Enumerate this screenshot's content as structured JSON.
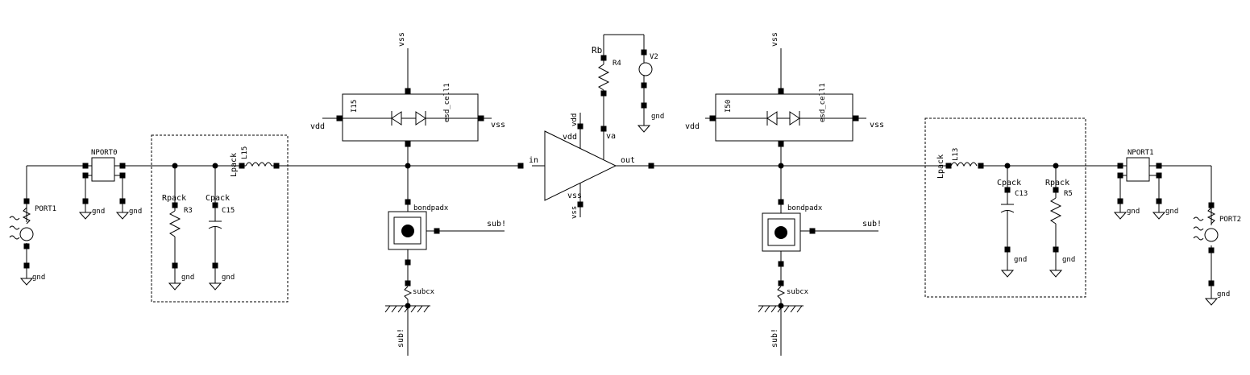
{
  "nets": {
    "vss_top_left": "vss",
    "vss_top_right": "vss",
    "vdd_left": "vdd",
    "vss_left": "vss",
    "vdd_right": "vdd",
    "vss_right": "vss",
    "sub_left": "sub!",
    "sub_right": "sub!",
    "sub_bottom_left": "sub!",
    "sub_bottom_right": "sub!",
    "in": "in",
    "out": "out",
    "va": "va",
    "amp_vdd": "vdd",
    "amp_vss": "vss",
    "amp_vdd_pin": "vdd",
    "amp_vss_pin": "vss",
    "gnd": "gnd"
  },
  "components": {
    "port1": "PORT1",
    "port2": "PORT2",
    "nport0": "NPORT0",
    "nport1": "NPORT1",
    "rpack_left": "Rpack",
    "r3": "R3",
    "cpack_left": "Cpack",
    "c15": "C15",
    "lpack_left": "Lpack",
    "l15": "L15",
    "esd_left_inst": "I15",
    "esd_left_cell": "esd_cell1",
    "esd_right_inst": "I50",
    "esd_right_cell": "esd_cell1",
    "bondpad_left": "bondpadx",
    "bondpad_right": "bondpadx",
    "subcx_left": "subcx",
    "subcx_right": "subcx",
    "rb": "Rb",
    "r4": "R4",
    "v2": "V2",
    "lpack_right": "Lpack",
    "l13": "L13",
    "cpack_right": "Cpack",
    "c13": "C13",
    "rpack_right": "Rpack",
    "r5": "R5"
  }
}
